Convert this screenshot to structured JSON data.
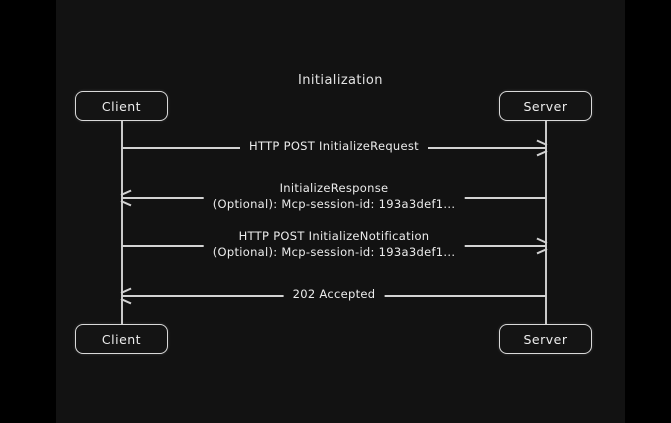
{
  "diagram": {
    "title": "Initialization",
    "type": "sequence-diagram",
    "background_color": "#121212",
    "letterbox_color": "#000000",
    "stroke_color": "#d2d2d2",
    "text_color": "#ececec",
    "participants": [
      {
        "id": "client",
        "label": "Client"
      },
      {
        "id": "server",
        "label": "Server"
      }
    ],
    "messages": [
      {
        "index": 1,
        "from": "client",
        "to": "server",
        "direction": "right",
        "line1": "HTTP POST InitializeRequest",
        "line2": ""
      },
      {
        "index": 2,
        "from": "server",
        "to": "client",
        "direction": "left",
        "line1": "InitializeResponse",
        "line2": "(Optional): Mcp-session-id: 193a3def1..."
      },
      {
        "index": 3,
        "from": "client",
        "to": "server",
        "direction": "right",
        "line1": "HTTP POST InitializeNotification",
        "line2": "(Optional): Mcp-session-id: 193a3def1..."
      },
      {
        "index": 4,
        "from": "server",
        "to": "client",
        "direction": "left",
        "line1": "202 Accepted",
        "line2": ""
      }
    ]
  }
}
